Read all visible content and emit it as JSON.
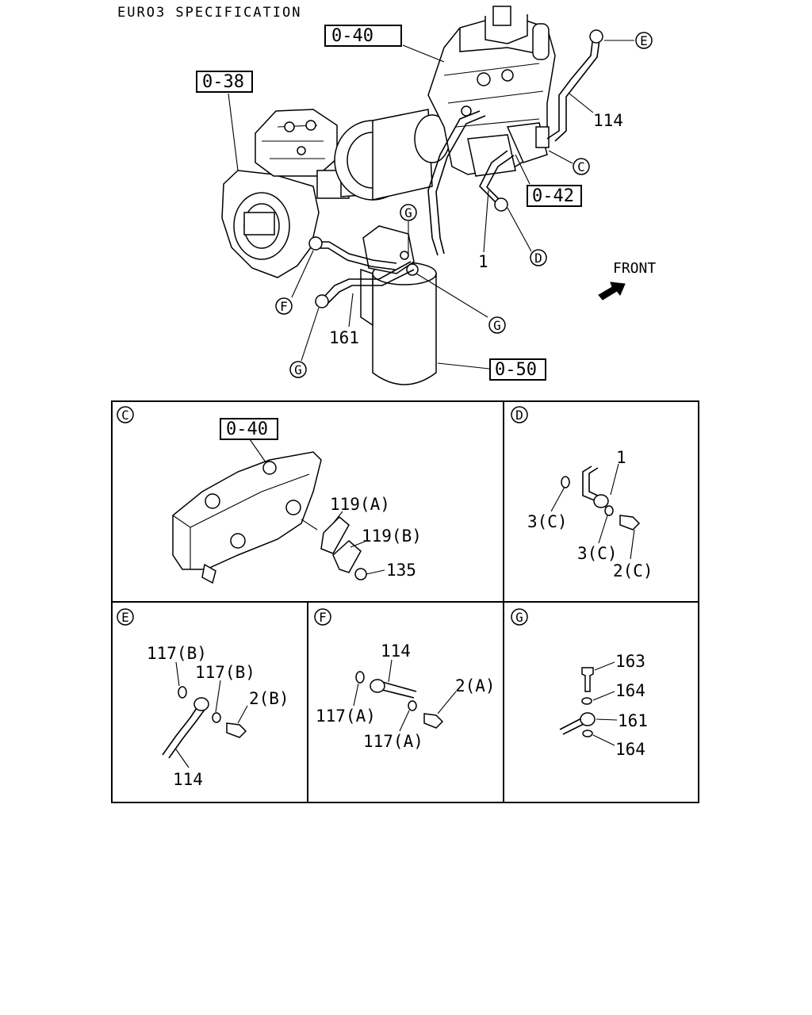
{
  "title": "EURO3 SPECIFICATION",
  "front_label": "FRONT",
  "main": {
    "boxes": {
      "b040": "0-40",
      "b038": "0-38",
      "b042": "0-42",
      "b050": "0-50"
    },
    "labels": {
      "p114": "114",
      "p161": "161",
      "p1": "1"
    },
    "callouts": {
      "E": "E",
      "C": "C",
      "D": "D",
      "F": "F",
      "G1": "G",
      "G2": "G",
      "G3": "G"
    }
  },
  "panels": {
    "C": {
      "letter": "C",
      "box": "0-40",
      "l1": "119(A)",
      "l2": "119(B)",
      "l3": "135"
    },
    "D": {
      "letter": "D",
      "l1": "1",
      "l2": "3(C)",
      "l3": "3(C)",
      "l4": "2(C)"
    },
    "E": {
      "letter": "E",
      "l1": "117(B)",
      "l2": "117(B)",
      "l3": "2(B)",
      "l4": "114"
    },
    "F": {
      "letter": "F",
      "l1": "114",
      "l2": "2(A)",
      "l3": "117(A)",
      "l4": "117(A)"
    },
    "G": {
      "letter": "G",
      "l1": "163",
      "l2": "164",
      "l3": "161",
      "l4": "164"
    }
  }
}
